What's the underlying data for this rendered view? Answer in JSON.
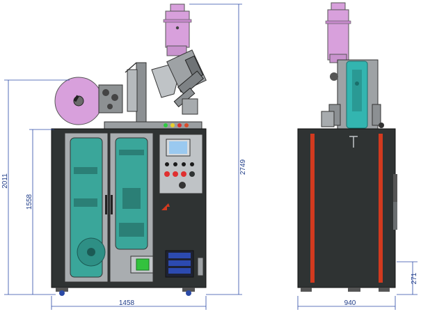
{
  "dimensions": {
    "front_total_height": "2011",
    "front_body_height": "1558",
    "front_width": "1458",
    "side_total_height": "2749",
    "side_width": "940",
    "side_leg_height": "271"
  },
  "colors": {
    "body": "#2f3333",
    "panel_green": "#3aa69a",
    "frame_grey": "#a9adb0",
    "pink": "#d8a0dc",
    "red_stripe": "#d23a1f",
    "dim_blue": "#2b4aa6",
    "cyan": "#33b5b0"
  }
}
